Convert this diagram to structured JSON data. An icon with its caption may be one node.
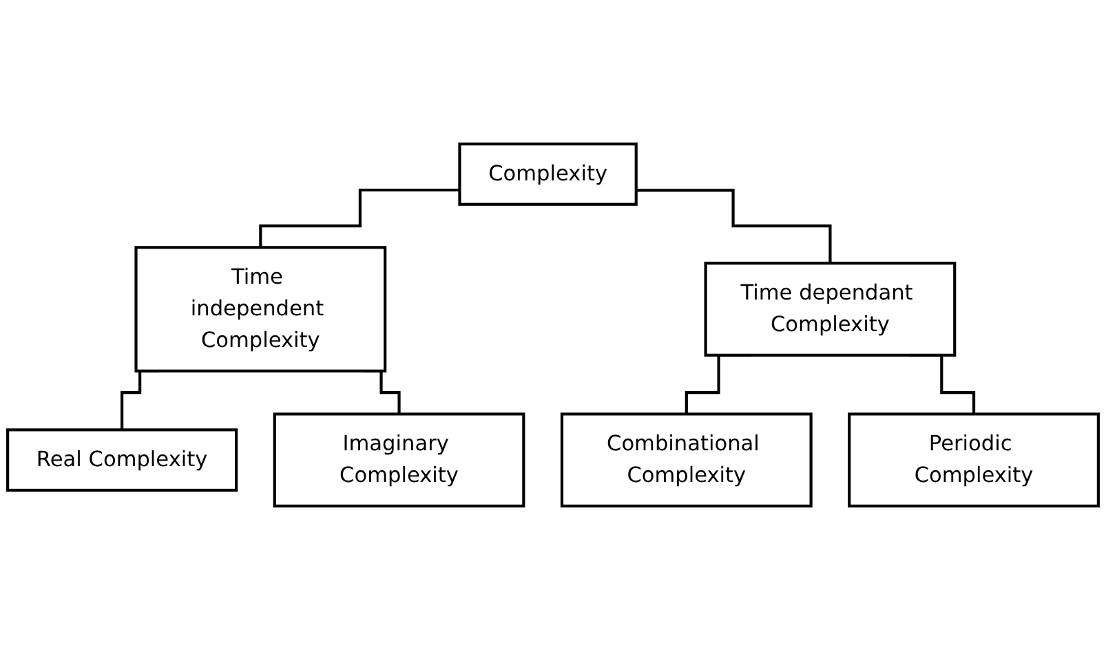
{
  "diagram": {
    "nodes": [
      {
        "text": [
          "Complexity"
        ]
      },
      {
        "text": [
          "Time independent Complexity"
        ]
      },
      {
        "text": [
          "Time dependant Complexity"
        ]
      },
      {
        "text": [
          "Real Complexity"
        ]
      },
      {
        "text": [
          "Imaginary Complexity"
        ]
      },
      {
        "text": [
          "Combinational Complexity"
        ]
      },
      {
        "text": [
          "Periodic Complexity"
        ]
      }
    ],
    "edges": [
      {
        "from": 0,
        "to": 1,
        "arrow": "none"
      },
      {
        "from": 0,
        "to": 2,
        "arrow": "none"
      },
      {
        "from": 1,
        "to": 3,
        "arrow": "none"
      },
      {
        "from": 1,
        "to": 4,
        "arrow": "none"
      },
      {
        "from": 2,
        "to": 5,
        "arrow": "none"
      },
      {
        "from": 2,
        "to": 6,
        "arrow": "none"
      }
    ]
  }
}
